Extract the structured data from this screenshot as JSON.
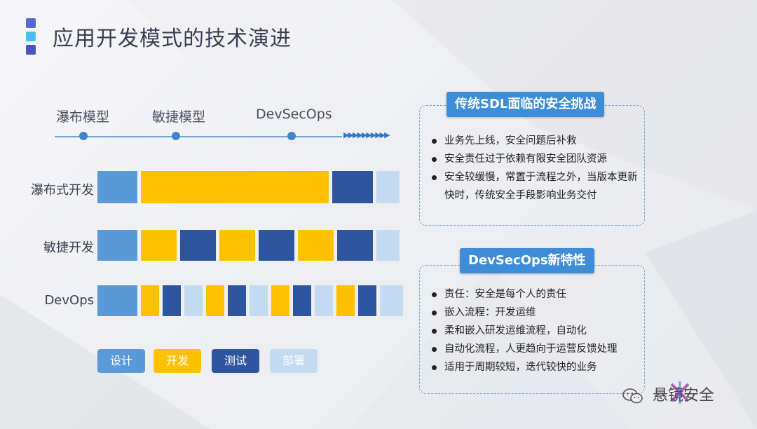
{
  "title": "应用开发模式的技术演进",
  "colors": {
    "design": "#5a9ad8",
    "develop": "#fec103",
    "test": "#2e55a0",
    "deploy": "#c3daf1",
    "accent": "#3d8dd8",
    "title_marks": [
      "#5a68d8",
      "#45c3f0",
      "#4a56c8"
    ]
  },
  "timeline": {
    "phases": [
      "瀑布模型",
      "敏捷模型",
      "DevSecOps"
    ]
  },
  "rows": [
    {
      "label": "瀑布式开发",
      "segments": [
        "design",
        "develop",
        "test",
        "deploy"
      ]
    },
    {
      "label": "敏捷开发",
      "segments": [
        "design",
        "develop",
        "test",
        "develop",
        "test",
        "develop",
        "test",
        "deploy"
      ]
    },
    {
      "label": "DevOps",
      "segments": [
        "design",
        "develop",
        "test",
        "deploy",
        "develop",
        "test",
        "deploy",
        "develop",
        "test",
        "deploy",
        "develop",
        "test",
        "deploy"
      ]
    }
  ],
  "legend": [
    {
      "label": "设计",
      "key": "design"
    },
    {
      "label": "开发",
      "key": "develop"
    },
    {
      "label": "测试",
      "key": "test"
    },
    {
      "label": "部署",
      "key": "deploy"
    }
  ],
  "panel1": {
    "title": "传统SDL面临的安全挑战",
    "items": [
      "业务先上线，安全问题后补救",
      "安全责任过于依赖有限安全团队资源",
      "安全较缓慢，常置于流程之外，当版本更新快时，传统安全手段影响业务交付"
    ]
  },
  "panel2": {
    "title": "DevSecOps新特性",
    "items": [
      "责任：安全是每个人的责任",
      "嵌入流程：开发运维",
      "柔和嵌入研发运维流程，自动化",
      "自动化流程，人更趋向于运营反馈处理",
      "适用于周期较短，迭代较快的业务"
    ]
  },
  "watermark": {
    "text": "悬镜安全",
    "icon": "wechat-icon"
  }
}
